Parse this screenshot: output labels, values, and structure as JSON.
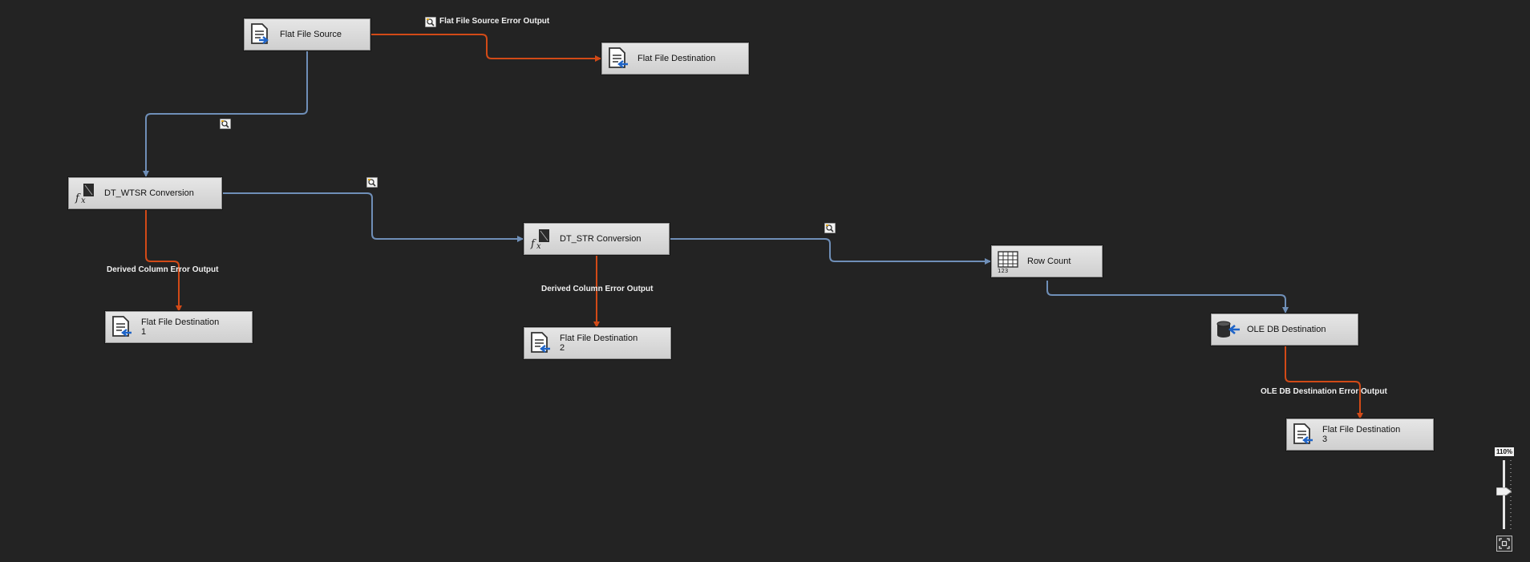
{
  "components": {
    "flat_file_source": {
      "line1": "Flat File Source",
      "line2": ""
    },
    "flat_file_destination": {
      "line1": "Flat File Destination",
      "line2": ""
    },
    "dt_wtsr": {
      "line1": "DT_WTSR Conversion",
      "line2": ""
    },
    "dt_str": {
      "line1": "DT_STR Conversion",
      "line2": ""
    },
    "row_count": {
      "line1": "Row Count",
      "line2": ""
    },
    "ffd_1": {
      "line1": "Flat File Destination",
      "line2": "1"
    },
    "ffd_2": {
      "line1": "Flat File Destination",
      "line2": "2"
    },
    "ole_db": {
      "line1": "OLE DB Destination",
      "line2": ""
    },
    "ffd_3": {
      "line1": "Flat File Destination",
      "line2": "3"
    }
  },
  "path_labels": {
    "source_error": "Flat File Source Error Output",
    "derived_error_1": "Derived Column Error Output",
    "derived_error_2": "Derived Column Error Output",
    "oledb_error": "OLE DB Destination Error Output"
  },
  "zoom": {
    "label": "110%",
    "percent": 110
  },
  "colors": {
    "canvas": "#232323",
    "data_path": "#6f8fb8",
    "error_path": "#d24a17",
    "component_fill": "#dcdcdc"
  },
  "icons": {
    "source": "flat-file-source-icon",
    "destination": "flat-file-destination-icon",
    "derived_column": "derived-column-icon",
    "row_count": "row-count-icon",
    "ole_db": "ole-db-destination-icon",
    "data_viewer": "data-viewer-icon",
    "fit": "zoom-to-fit-icon"
  }
}
